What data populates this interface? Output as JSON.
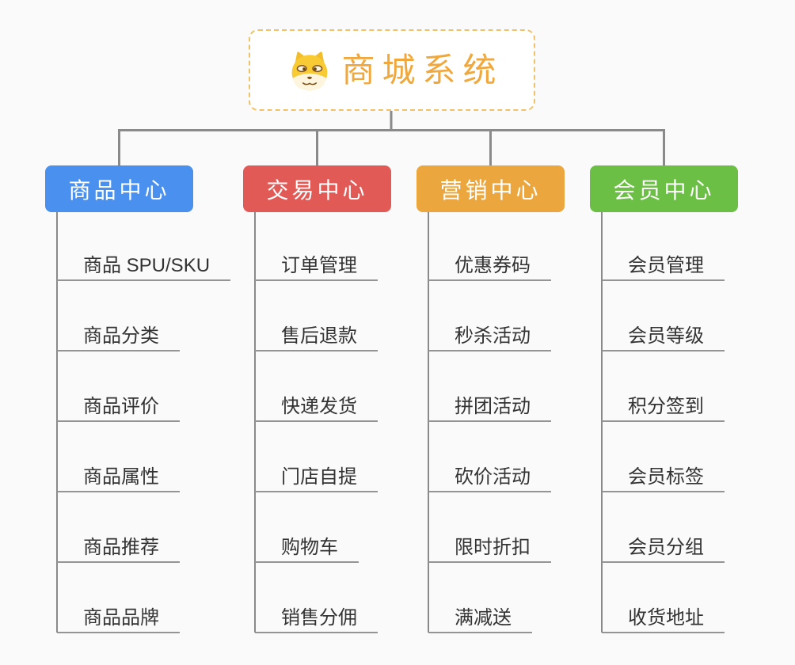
{
  "canvas": {
    "background": "#fafafa"
  },
  "root": {
    "label": "商城系统",
    "icon": "doge-face-icon",
    "text_color": "#f0a73c",
    "border_color": "#f0c268"
  },
  "branches": [
    {
      "label": "商品中心",
      "color": "#4a90ee",
      "items": [
        "商品 SPU/SKU",
        "商品分类",
        "商品评价",
        "商品属性",
        "商品推荐",
        "商品品牌"
      ]
    },
    {
      "label": "交易中心",
      "color": "#e25a56",
      "items": [
        "订单管理",
        "售后退款",
        "快递发货",
        "门店自提",
        "购物车",
        "销售分佣"
      ]
    },
    {
      "label": "营销中心",
      "color": "#eba73e",
      "items": [
        "优惠券码",
        "秒杀活动",
        "拼团活动",
        "砍价活动",
        "限时折扣",
        "满减送"
      ]
    },
    {
      "label": "会员中心",
      "color": "#6cbf45",
      "items": [
        "会员管理",
        "会员等级",
        "积分签到",
        "会员标签",
        "会员分组",
        "收货地址"
      ]
    }
  ],
  "connector_color": "#8a8a8a",
  "underline_color": "#949494"
}
